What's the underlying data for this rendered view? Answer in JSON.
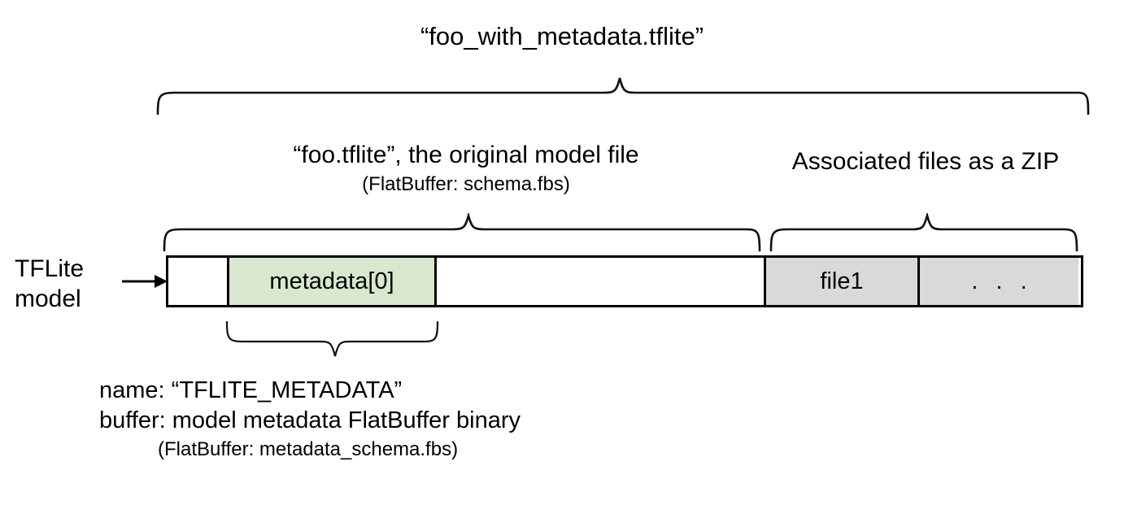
{
  "diagram": {
    "title": "“foo_with_metadata.tflite”",
    "left_label_line1": "TFLite",
    "left_label_line2": "model",
    "model_file_label": "“foo.tflite”, the original model file",
    "model_file_sublabel": "(FlatBuffer: schema.fbs)",
    "zip_label": "Associated files as a ZIP",
    "segments": [
      {
        "id": "empty-left",
        "label": "",
        "fill": "#ffffff"
      },
      {
        "id": "metadata",
        "label": "metadata[0]",
        "fill": "#d8e8cf"
      },
      {
        "id": "empty-mid",
        "label": "",
        "fill": "#ffffff"
      },
      {
        "id": "file1",
        "label": "file1",
        "fill": "#d9d9d9"
      },
      {
        "id": "more",
        "label": ". . .",
        "fill": "#d9d9d9"
      }
    ],
    "metadata_notes": {
      "name_line": "name: “TFLITE_METADATA”",
      "buffer_line": "buffer: model metadata FlatBuffer binary",
      "schema_line": "(FlatBuffer: metadata_schema.fbs)"
    },
    "colors": {
      "metadata_fill": "#d8e8cf",
      "zip_fill": "#d9d9d9",
      "stroke": "#000000",
      "background": "#ffffff"
    }
  }
}
